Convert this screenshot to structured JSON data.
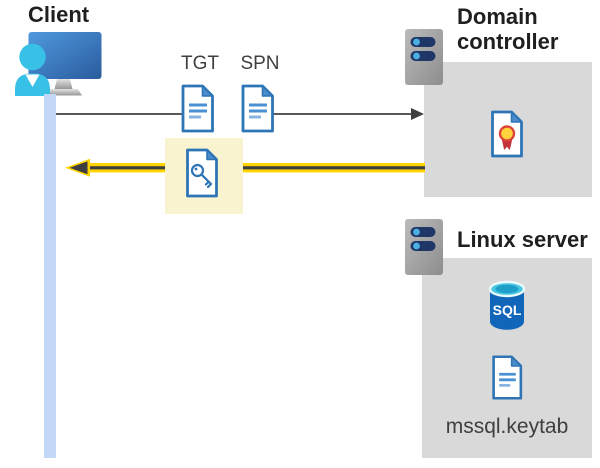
{
  "client": {
    "label": "Client"
  },
  "request": {
    "tgt_label": "TGT",
    "spn_label": "SPN"
  },
  "domain_controller": {
    "label": "Domain controller"
  },
  "linux_server": {
    "label": "Linux server",
    "sql_badge": "SQL",
    "keytab_label": "mssql.keytab"
  },
  "icons": {
    "client": "user-at-monitor-icon",
    "tgt": "document-icon",
    "spn": "document-icon",
    "ticket": "key-document-icon",
    "domain_controller": "server-icon",
    "dc_content": "certificate-document-icon",
    "linux_server": "server-icon",
    "database": "sql-database-cylinder-icon",
    "keytab": "document-icon"
  },
  "colors": {
    "highlight_yellow": "#FAF3D0",
    "arrow_yellow": "#FFD400",
    "arrow_dark": "#3F3F3F",
    "request_arrow_gray": "#595959",
    "panel_gray": "#D9D9D9",
    "document_blue": "#2E75B6",
    "client_bar_blue": "#C3D8F6",
    "person_cyan": "#38C1E7",
    "server_slot_navy": "#1E3766",
    "sql_blue": "#1166BA"
  }
}
